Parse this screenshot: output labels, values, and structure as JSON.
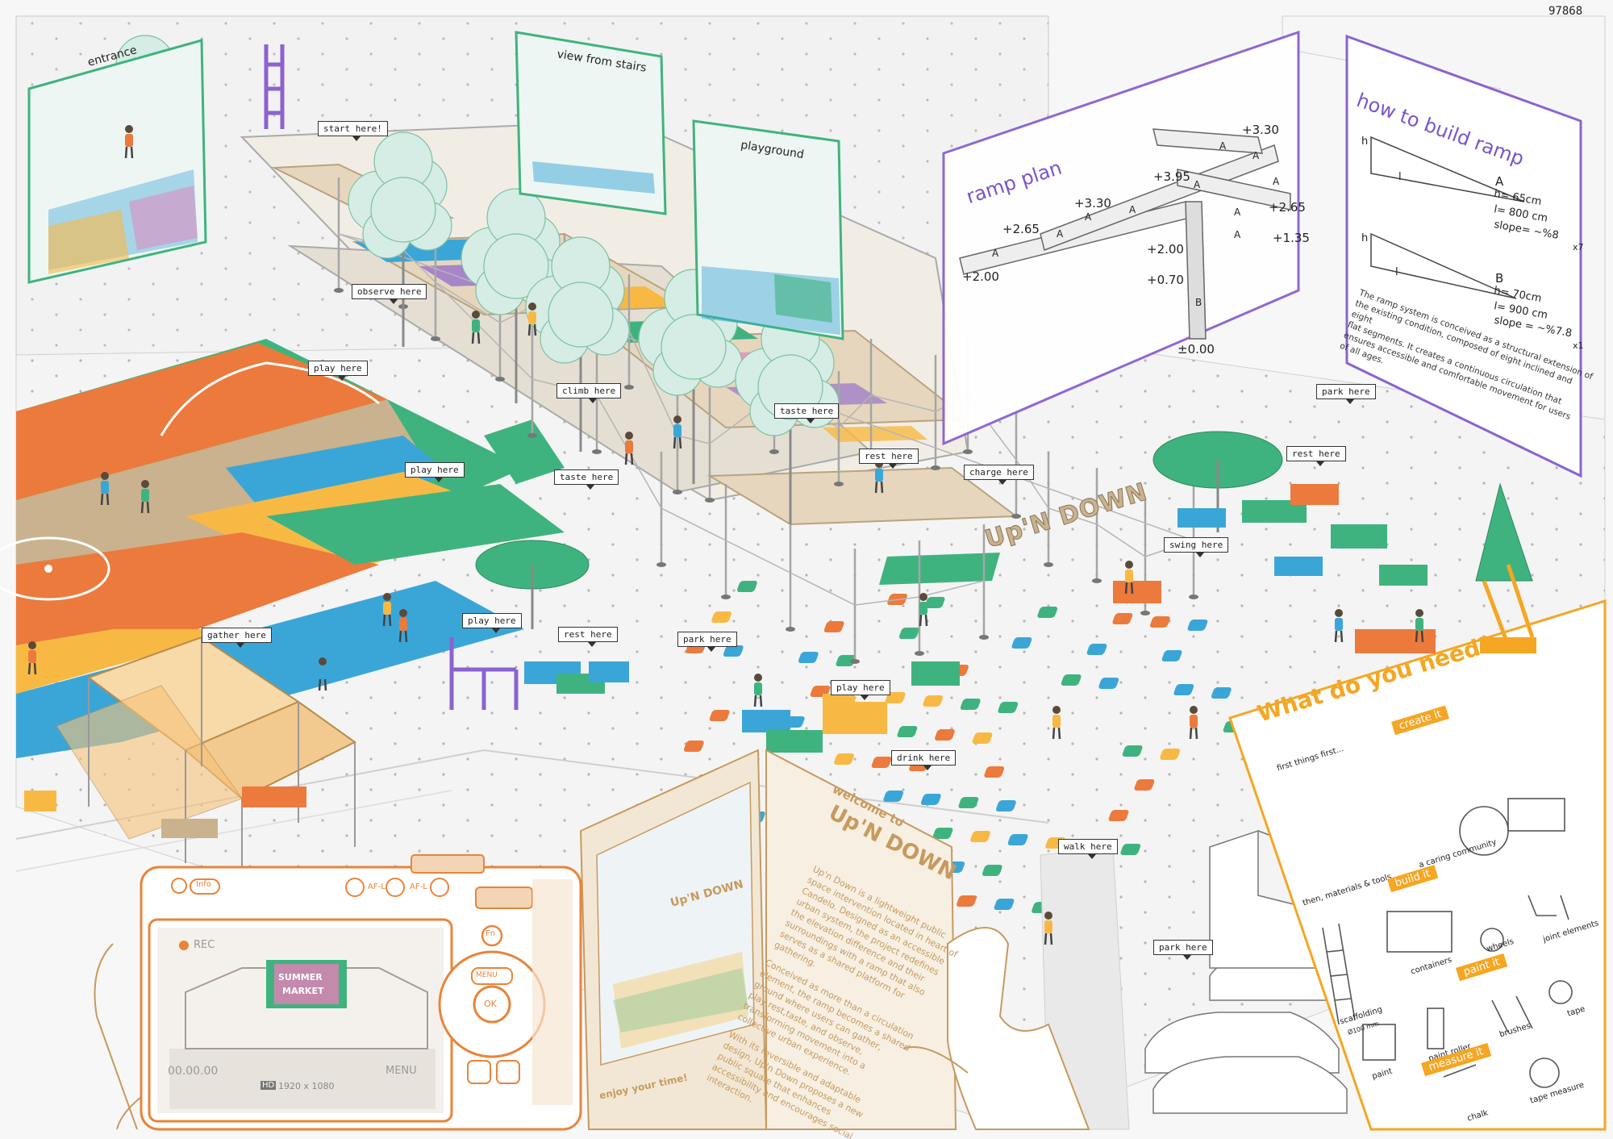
{
  "page_number": "97868",
  "colors": {
    "orange": "#ec7a3c",
    "blue": "#3aa6d8",
    "green": "#3fb37f",
    "yellow": "#f8b944",
    "purple": "#8a63cf",
    "sand": "#c9b28d",
    "pink": "#e57fb8",
    "camera": "#e9843a",
    "leaflet": "#f2e7d5",
    "leaflet_text": "#c79a5e",
    "guide_orange": "#f5a623"
  },
  "views": {
    "entrance": "entrance",
    "stairs": "view from stairs",
    "playground": "playground"
  },
  "labels": {
    "start": "start here!",
    "observe": "observe here",
    "play1": "play here",
    "climb": "climb here",
    "taste1": "taste here",
    "play2": "play here",
    "taste2": "taste here",
    "rest1": "rest here",
    "charge": "charge here",
    "rest2": "rest here",
    "park1": "park here",
    "swing": "swing here",
    "gather": "gather here",
    "play3": "play here",
    "rest3": "rest here",
    "park2": "park here",
    "play4": "play here",
    "drink": "drink here",
    "walk": "walk here",
    "park3": "park here"
  },
  "sign": "Up'N DOWN",
  "ramp_plan": {
    "title": "ramp plan",
    "levels": [
      "+3.30",
      "+3.95",
      "+3.30",
      "+2.65",
      "+2.65",
      "+1.35",
      "+2.00",
      "+2.00",
      "+0.70",
      "±0.00"
    ],
    "letters": [
      "A",
      "A",
      "A",
      "A",
      "A",
      "A",
      "A",
      "A",
      "A",
      "A",
      "B"
    ]
  },
  "how_to": {
    "title": "how to build ramp",
    "h": "h",
    "l": "l",
    "a": {
      "name": "A",
      "h": "h= 65cm",
      "l": "l= 800 cm",
      "slope": "slope= ~%8",
      "count": "x7"
    },
    "b": {
      "name": "B",
      "h": "h= 70cm",
      "l": "l= 900 cm",
      "slope": "slope = ~%7.8",
      "count": "x1"
    },
    "text": [
      "The ramp system is conceived as a structural extension of",
      "the existing condition, composed of eight inclined and eight",
      "flat segments. It creates a continuous circulation that",
      "ensures accessible and comfortable movement for users",
      "of all ages."
    ]
  },
  "camera": {
    "info": "Info",
    "afl1": "AF-L",
    "afl2": "AF-L",
    "fn": "Fn",
    "menu_btn": "MENU",
    "ok": "OK",
    "rec": "REC",
    "timecode": "00.00.00",
    "hd": "HD",
    "resolution": "1920 x 1080",
    "menu": "MENU",
    "banner1": "SUMMER",
    "banner2": "MARKET"
  },
  "leaflet": {
    "welcome": "welcome to",
    "title": "Up'N DOWN",
    "p1": [
      "Up'n Down is a lightweight public",
      "space intervention located in heart of",
      "Candelo. Designed as an accessible",
      "urban system, the project redefines",
      "the elevation difference and their",
      "surroundings with a ramp that also",
      "serves as a shared platform for",
      "gathering."
    ],
    "p2": [
      "Conceived as more than a circulation",
      "element, the ramp becomes a shared",
      "ground where users can  gather,",
      "play,rest,taste, and observe,",
      "transforming movement into a",
      "collective urban experience."
    ],
    "p3": [
      "With its reversible and adaptable",
      "design, Up'n Down proposes a new",
      "public square that enhances",
      "accessibility and encourages social",
      "interaction."
    ],
    "enjoy": "enjoy your time!",
    "mini_sign": "Up'N DOWN"
  },
  "guide": {
    "title": "What do you need?",
    "first": "first things first...",
    "create": "create it",
    "community": "a caring community",
    "materials": "then, materials & tools",
    "build": "build it",
    "scaffolding": "scaffolding",
    "scaffolding_dim": "Ø100 mm",
    "containers": "containers",
    "wheels": "wheels",
    "joints": "joint elements",
    "paint_it": "paint it",
    "paint": "paint",
    "roller": "paint roller",
    "brushes": "brushes",
    "tape": "tape",
    "measure": "measure it",
    "chalk": "chalk",
    "tape_measure": "tape measure"
  }
}
